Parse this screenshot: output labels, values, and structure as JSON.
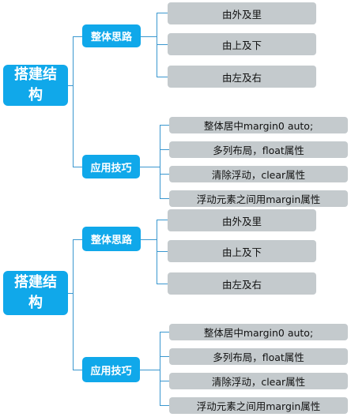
{
  "diagram": {
    "groups": [
      {
        "root": "搭建结构",
        "branches": [
          {
            "label": "整体思路",
            "leaves": [
              "由外及里",
              "由上及下",
              "由左及右"
            ]
          },
          {
            "label": "应用技巧",
            "leaves": [
              "整体居中margin0 auto;",
              "多列布局，float属性",
              "清除浮动，clear属性",
              "浮动元素之间用margin属性"
            ]
          }
        ]
      },
      {
        "root": "搭建结构",
        "branches": [
          {
            "label": "整体思路",
            "leaves": [
              "由外及里",
              "由上及下",
              "由左及右"
            ]
          },
          {
            "label": "应用技巧",
            "leaves": [
              "整体居中margin0 auto;",
              "多列布局，float属性",
              "清除浮动，clear属性",
              "浮动元素之间用margin属性"
            ]
          }
        ]
      }
    ],
    "colors": {
      "root": "#10a8ea",
      "branch": "#10a8ea",
      "leaf": "#c4cacd",
      "connector": "#3a97cf"
    }
  }
}
